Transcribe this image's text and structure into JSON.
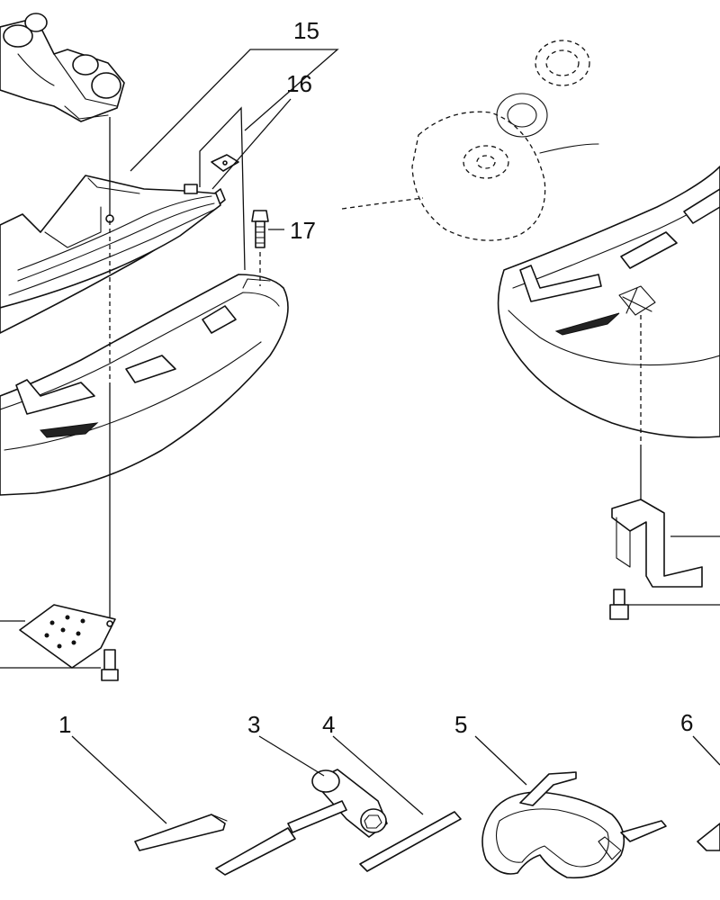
{
  "callouts": {
    "c15": "15",
    "c16": "16",
    "c17": "17",
    "c1": "1",
    "c3": "3",
    "c4": "4",
    "c5": "5",
    "c6": "6"
  },
  "icons": {
    "guard_left": "trimmer-guard-icon",
    "guard_right": "trimmer-guard-icon",
    "blade": "cutting-blade-icon",
    "hex_key": "hex-wrench-icon",
    "plug_wrench": "box-wrench-icon",
    "rod": "rod-icon",
    "goggles": "safety-goggles-icon"
  }
}
